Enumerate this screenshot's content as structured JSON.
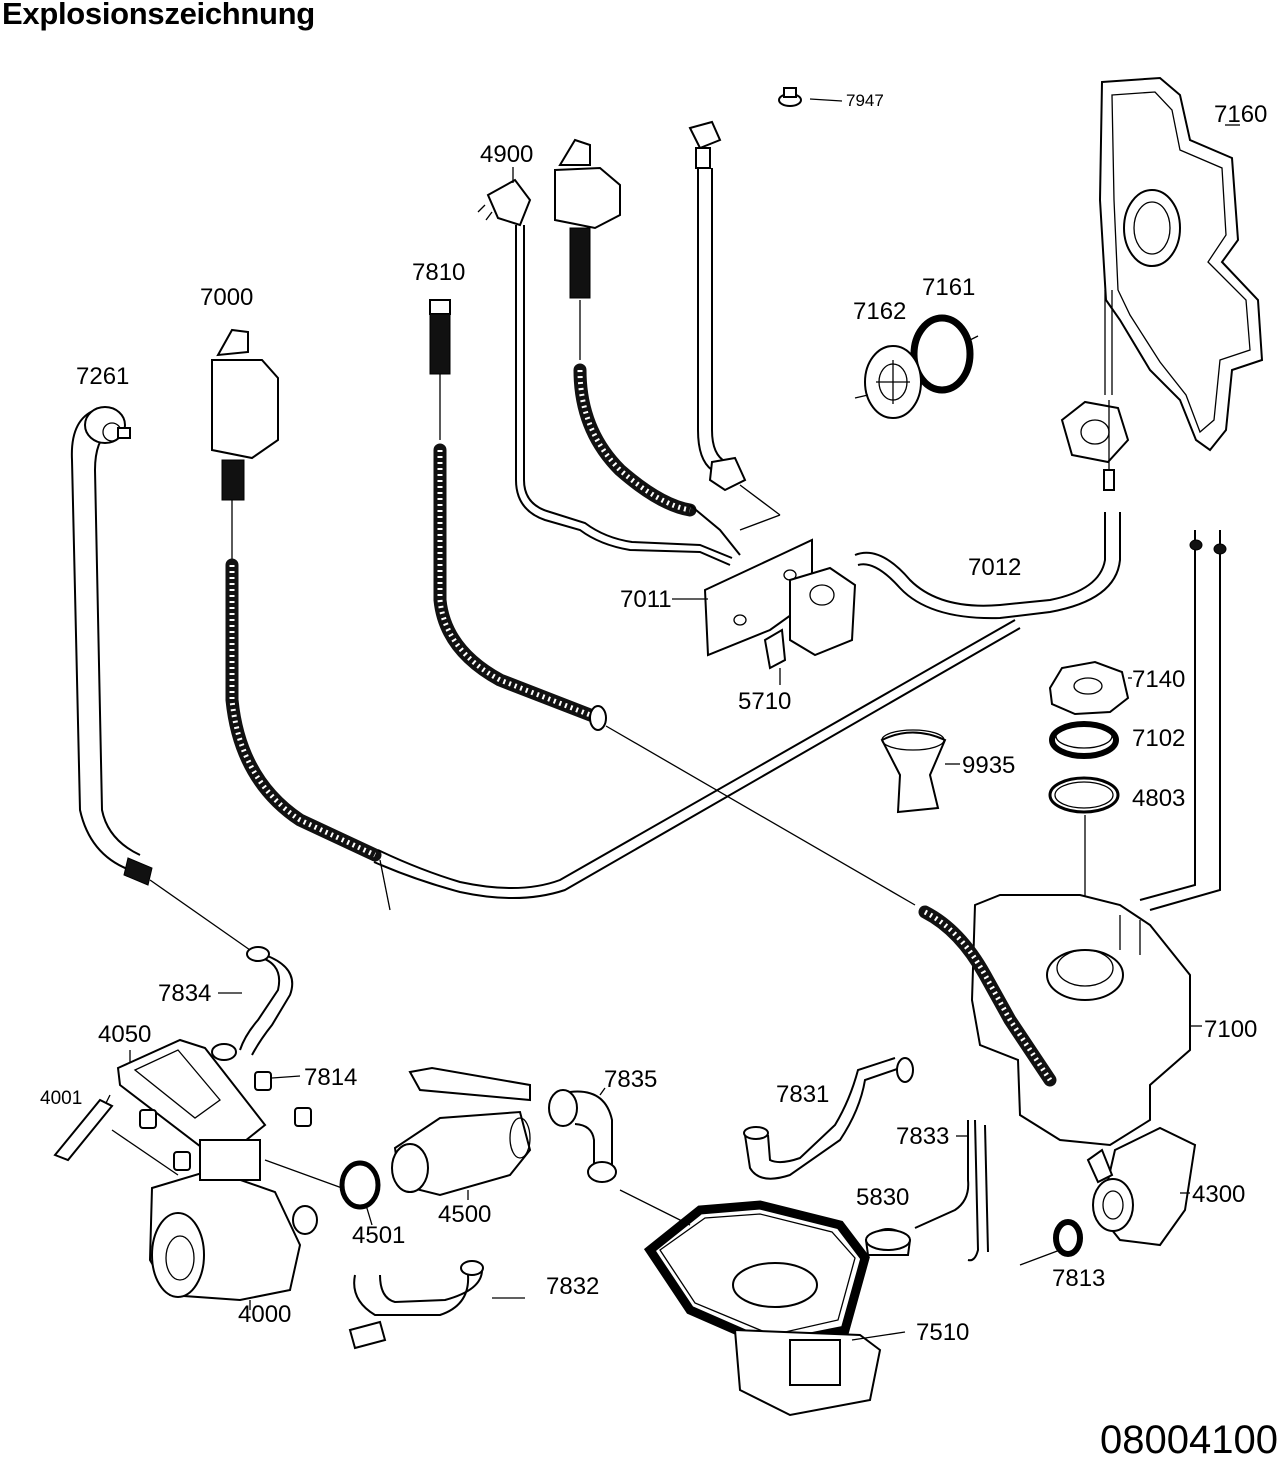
{
  "title": "Explosionszeichnung",
  "document_number": "08004100",
  "part_labels": [
    {
      "id": "7947"
    },
    {
      "id": "7160"
    },
    {
      "id": "4900"
    },
    {
      "id": "7810"
    },
    {
      "id": "7000"
    },
    {
      "id": "7261"
    },
    {
      "id": "7161"
    },
    {
      "id": "7162"
    },
    {
      "id": "7012"
    },
    {
      "id": "7011"
    },
    {
      "id": "5710"
    },
    {
      "id": "7140"
    },
    {
      "id": "7102"
    },
    {
      "id": "9935"
    },
    {
      "id": "4803"
    },
    {
      "id": "7100"
    },
    {
      "id": "7834"
    },
    {
      "id": "4050"
    },
    {
      "id": "7814"
    },
    {
      "id": "4001"
    },
    {
      "id": "7835"
    },
    {
      "id": "7831"
    },
    {
      "id": "7833"
    },
    {
      "id": "4300"
    },
    {
      "id": "5830"
    },
    {
      "id": "4501"
    },
    {
      "id": "4500"
    },
    {
      "id": "4000"
    },
    {
      "id": "7832"
    },
    {
      "id": "7813"
    },
    {
      "id": "7510"
    }
  ]
}
